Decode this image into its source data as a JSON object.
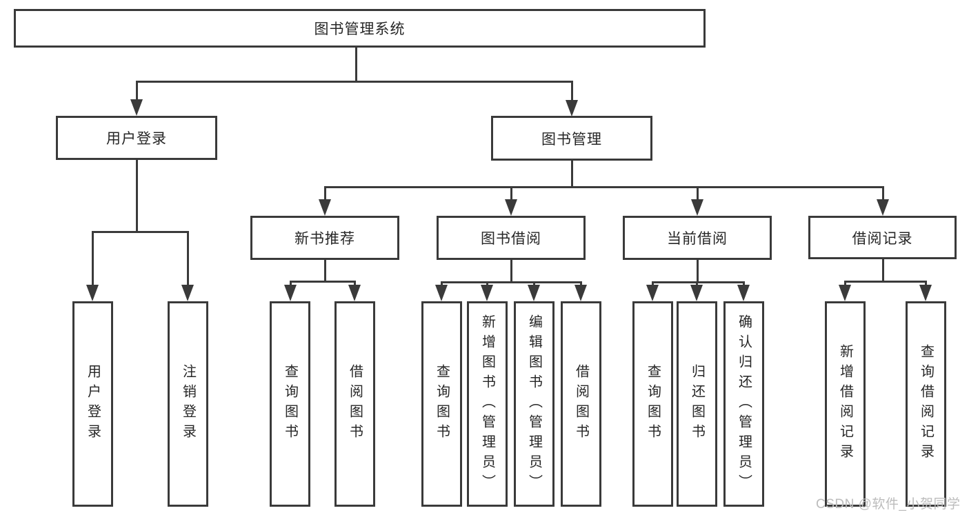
{
  "diagram_title": "图书管理系统",
  "tree": {
    "root": {
      "label": "图书管理系统"
    },
    "branches": [
      {
        "label": "用户登录",
        "leaves": [
          "用户登录",
          "注销登录"
        ]
      },
      {
        "label": "图书管理",
        "groups": [
          {
            "label": "新书推荐",
            "leaves": [
              "查询图书",
              "借阅图书"
            ]
          },
          {
            "label": "图书借阅",
            "leaves": [
              "查询图书",
              "新增图书（管理员）",
              "编辑图书（管理员）",
              "借阅图书"
            ]
          },
          {
            "label": "当前借阅",
            "leaves": [
              "查询图书",
              "归还图书",
              "确认归还（管理员）"
            ]
          },
          {
            "label": "借阅记录",
            "leaves": [
              "新增借阅记录",
              "查询借阅记录"
            ]
          }
        ]
      }
    ]
  },
  "watermark": "CSDN @软件_小贺同学",
  "colors": {
    "line": "#3a3a3a",
    "border": "#3a3a3a",
    "text": "#262626",
    "watermark": "#bcbcbc",
    "background": "#ffffff"
  }
}
